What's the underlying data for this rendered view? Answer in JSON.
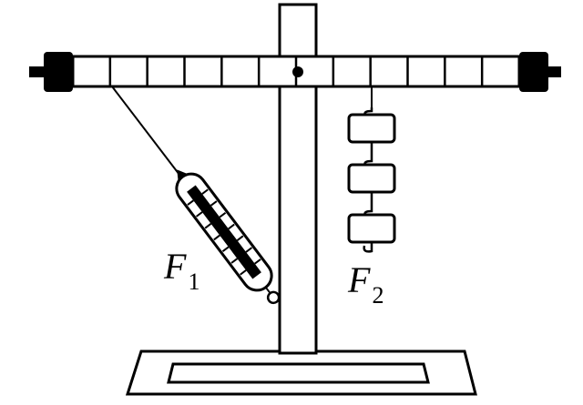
{
  "labels": {
    "f1": {
      "main": "F",
      "sub": "1"
    },
    "f2": {
      "main": "F",
      "sub": "2"
    }
  },
  "lever": {
    "segments": 12
  },
  "weights": {
    "count": 3
  },
  "colors": {
    "ink": "#000000",
    "paper": "#ffffff"
  }
}
